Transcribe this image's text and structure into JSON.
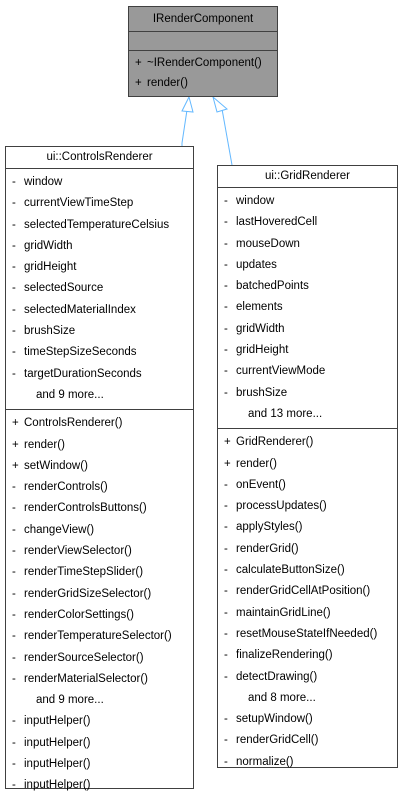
{
  "interface": {
    "name": "IRenderComponent",
    "attributes": [],
    "methods": [
      {
        "vis": "+",
        "name": "~IRenderComponent()"
      },
      {
        "vis": "+",
        "name": "render()"
      }
    ]
  },
  "controls": {
    "name": "ui::ControlsRenderer",
    "attributes": [
      {
        "vis": "-",
        "name": "window"
      },
      {
        "vis": "-",
        "name": "currentViewTimeStep"
      },
      {
        "vis": "-",
        "name": "selectedTemperatureCelsius"
      },
      {
        "vis": "-",
        "name": "gridWidth"
      },
      {
        "vis": "-",
        "name": "gridHeight"
      },
      {
        "vis": "-",
        "name": "selectedSource"
      },
      {
        "vis": "-",
        "name": "selectedMaterialIndex"
      },
      {
        "vis": "-",
        "name": "brushSize"
      },
      {
        "vis": "-",
        "name": "timeStepSizeSeconds"
      },
      {
        "vis": "-",
        "name": "targetDurationSeconds"
      },
      {
        "vis": "",
        "name": "and 9 more..."
      }
    ],
    "methods": [
      {
        "vis": "+",
        "name": "ControlsRenderer()"
      },
      {
        "vis": "+",
        "name": "render()"
      },
      {
        "vis": "+",
        "name": "setWindow()"
      },
      {
        "vis": "-",
        "name": "renderControls()"
      },
      {
        "vis": "-",
        "name": "renderControlsButtons()"
      },
      {
        "vis": "-",
        "name": "changeView()"
      },
      {
        "vis": "-",
        "name": "renderViewSelector()"
      },
      {
        "vis": "-",
        "name": "renderTimeStepSlider()"
      },
      {
        "vis": "-",
        "name": "renderGridSizeSelector()"
      },
      {
        "vis": "-",
        "name": "renderColorSettings()"
      },
      {
        "vis": "-",
        "name": "renderTemperatureSelector()"
      },
      {
        "vis": "-",
        "name": "renderSourceSelector()"
      },
      {
        "vis": "-",
        "name": "renderMaterialSelector()"
      },
      {
        "vis": "",
        "name": "and 9 more..."
      },
      {
        "vis": "-",
        "name": "inputHelper()"
      },
      {
        "vis": "-",
        "name": "inputHelper()"
      },
      {
        "vis": "-",
        "name": "inputHelper()"
      },
      {
        "vis": "-",
        "name": "inputHelper()"
      }
    ]
  },
  "grid": {
    "name": "ui::GridRenderer",
    "attributes": [
      {
        "vis": "-",
        "name": "window"
      },
      {
        "vis": "-",
        "name": "lastHoveredCell"
      },
      {
        "vis": "-",
        "name": "mouseDown"
      },
      {
        "vis": "-",
        "name": "updates"
      },
      {
        "vis": "-",
        "name": "batchedPoints"
      },
      {
        "vis": "-",
        "name": "elements"
      },
      {
        "vis": "-",
        "name": "gridWidth"
      },
      {
        "vis": "-",
        "name": "gridHeight"
      },
      {
        "vis": "-",
        "name": "currentViewMode"
      },
      {
        "vis": "-",
        "name": "brushSize"
      },
      {
        "vis": "",
        "name": "and 13 more..."
      }
    ],
    "methods": [
      {
        "vis": "+",
        "name": "GridRenderer()"
      },
      {
        "vis": "+",
        "name": "render()"
      },
      {
        "vis": "-",
        "name": "onEvent()"
      },
      {
        "vis": "-",
        "name": "processUpdates()"
      },
      {
        "vis": "-",
        "name": "applyStyles()"
      },
      {
        "vis": "-",
        "name": "renderGrid()"
      },
      {
        "vis": "-",
        "name": "calculateButtonSize()"
      },
      {
        "vis": "-",
        "name": "renderGridCellAtPosition()"
      },
      {
        "vis": "-",
        "name": "maintainGridLine()"
      },
      {
        "vis": "-",
        "name": "resetMouseStateIfNeeded()"
      },
      {
        "vis": "-",
        "name": "finalizeRendering()"
      },
      {
        "vis": "-",
        "name": "detectDrawing()"
      },
      {
        "vis": "",
        "name": "and 8 more..."
      },
      {
        "vis": "-",
        "name": "setupWindow()"
      },
      {
        "vis": "-",
        "name": "renderGridCell()"
      },
      {
        "vis": "-",
        "name": "normalize()"
      }
    ]
  },
  "colors": {
    "interface_fill": "#999999",
    "border": "#404040",
    "inheritance_arrow": "#63b8ff"
  }
}
